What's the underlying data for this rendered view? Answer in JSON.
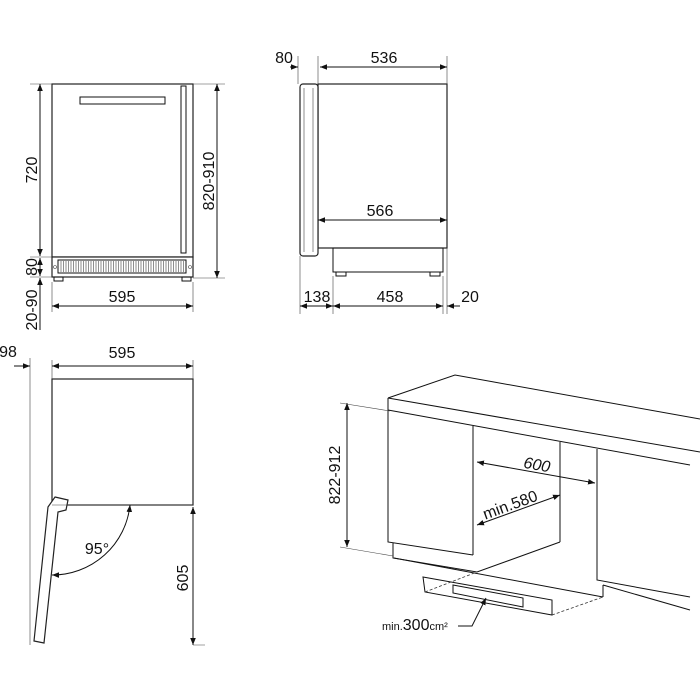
{
  "front_view": {
    "height_door": "720",
    "height_plinth": "80",
    "feet": "20-90",
    "total_height": "820-910",
    "width": "595"
  },
  "side_view": {
    "door_depth": "80",
    "body_depth": "536",
    "inner_depth": "566",
    "front_offset": "138",
    "base_depth": "458",
    "rear_offset": "20"
  },
  "top_view": {
    "door_clearance": "98",
    "width": "595",
    "opening_angle": "95°",
    "open_depth": "605"
  },
  "installation": {
    "niche_height": "822-912",
    "niche_width": "600",
    "min_width": "min.580",
    "vent_min": "min.",
    "vent_value": "300",
    "vent_unit": "cm²"
  }
}
